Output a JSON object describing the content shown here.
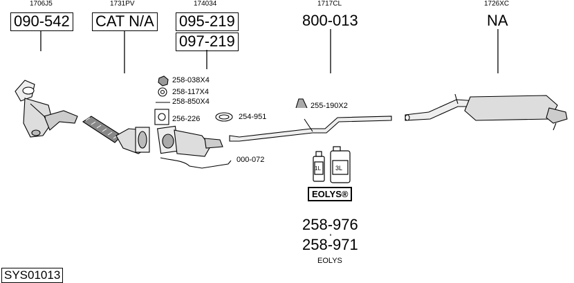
{
  "groups": [
    {
      "oe": "1706J5",
      "parts": [
        "090-542"
      ]
    },
    {
      "oe": "1731PV",
      "parts": [
        "CAT N/A"
      ]
    },
    {
      "oe": "174034",
      "parts": [
        "095-219",
        "097-219"
      ]
    },
    {
      "oe": "1717CL",
      "parts": [
        "800-013"
      ]
    },
    {
      "oe": "1726XC",
      "parts": [
        "NA"
      ]
    }
  ],
  "accessories": [
    {
      "label": "258-038X4",
      "icon": "nut-icon"
    },
    {
      "label": "258-117X4",
      "icon": "washer-icon"
    },
    {
      "label": "258-850X4",
      "icon": "bolt-icon"
    },
    {
      "label": "256-226",
      "icon": "gasket-icon"
    },
    {
      "label": "254-951",
      "icon": "clamp-icon"
    },
    {
      "label": "255-190X2",
      "icon": "rubber-mount-icon"
    },
    {
      "label": "000-072",
      "icon": "sensor-line-icon"
    }
  ],
  "eolys": {
    "bottles": [
      "1L",
      "3L"
    ],
    "badge": "EOLYS®",
    "parts": [
      "258-976",
      "258-971"
    ],
    "caption": "EOLYS"
  },
  "system_code": "SYS01013"
}
